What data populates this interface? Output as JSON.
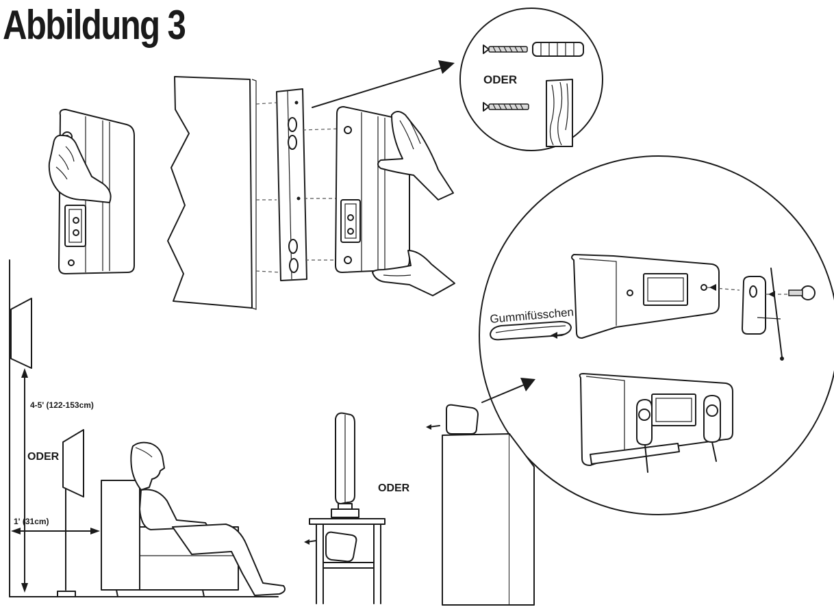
{
  "figure": {
    "title": "Abbildung 3"
  },
  "labels": {
    "screw_option_or": "ODER",
    "height_range": "4-5' (122-153cm)",
    "wall_or_stand_or": "ODER",
    "distance": "1' (31cm)",
    "tv_or_shelf_or": "ODER",
    "rubber_feet": "Gummifüsschen"
  },
  "colors": {
    "line": "#1a1a1a",
    "background": "#ffffff"
  }
}
